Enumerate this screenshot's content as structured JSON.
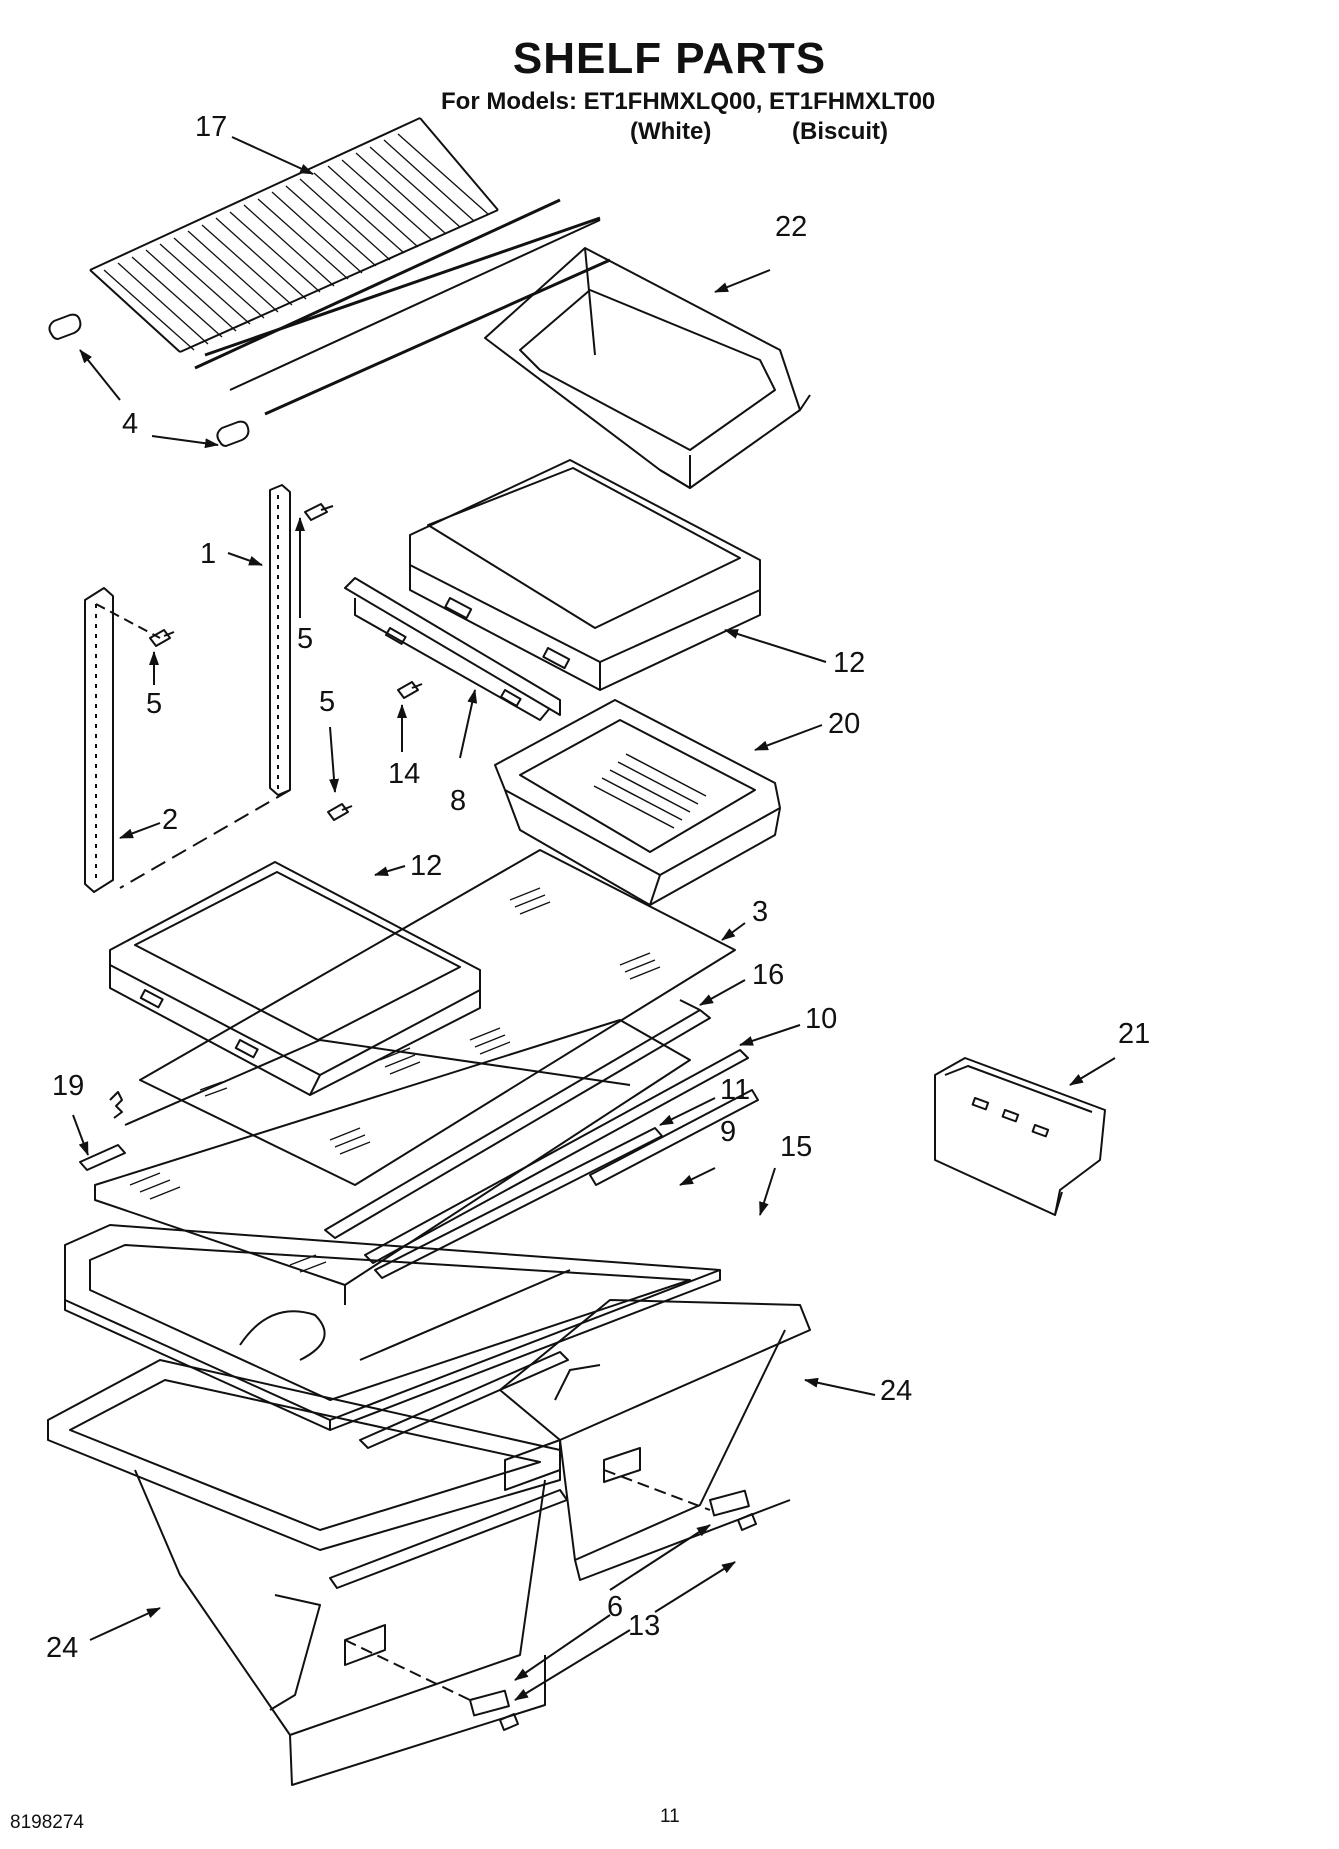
{
  "header": {
    "title": "SHELF PARTS",
    "models_line": "For Models: ET1FHMXLQ00, ET1FHMXLT00",
    "variant_white": "(White)",
    "variant_biscuit": "(Biscuit)"
  },
  "callouts": [
    "17",
    "22",
    "4",
    "1",
    "5",
    "5",
    "5",
    "12",
    "14",
    "8",
    "20",
    "2",
    "12",
    "3",
    "16",
    "10",
    "21",
    "19",
    "11",
    "9",
    "15",
    "24",
    "6",
    "13",
    "24"
  ],
  "footer": {
    "doc_code": "8198274",
    "page_number": "11"
  }
}
